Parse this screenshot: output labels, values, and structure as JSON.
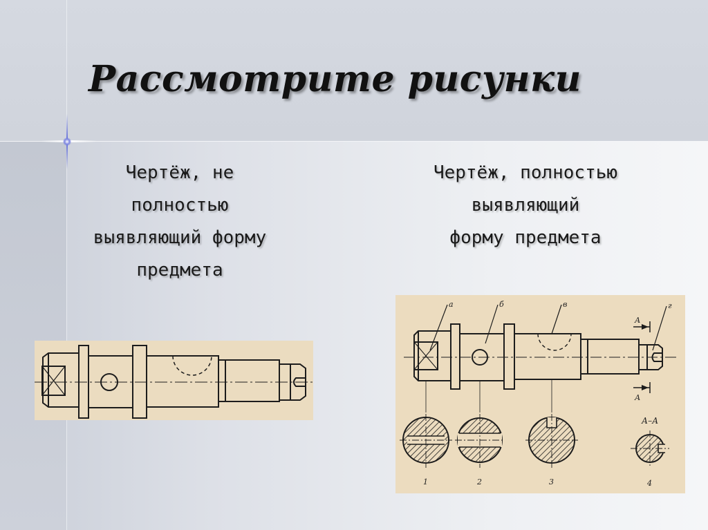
{
  "slide": {
    "title": "Рассмотрите рисунки",
    "left_caption": [
      "Чертёж, не",
      "полностью",
      "выявляющий форму",
      "предмета"
    ],
    "right_caption": [
      "Чертёж, полностью",
      "выявляющий",
      "форму предмета"
    ]
  },
  "drawing_right": {
    "letters": [
      "а",
      "б",
      "в",
      "г"
    ],
    "section_arrow_label": "А",
    "section_title": "А–А",
    "section_numbers": [
      "1",
      "2",
      "3",
      "4"
    ]
  },
  "colors": {
    "paper": "#ecdcbf",
    "ink": "#1c1c1c",
    "title": "#111111"
  }
}
